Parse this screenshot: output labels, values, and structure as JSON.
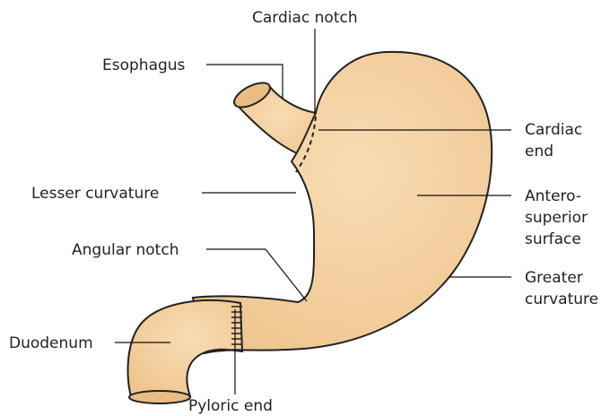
{
  "labels": {
    "cardiac_notch": "Cardiac notch",
    "esophagus": "Esophagus",
    "cardiac_end_1": "Cardiac",
    "cardiac_end_2": "end",
    "lesser_curvature": "Lesser curvature",
    "anterosuperior_1": "Antero-",
    "anterosuperior_2": "superior",
    "anterosuperior_3": "surface",
    "angular_notch": "Angular notch",
    "greater_curvature_1": "Greater",
    "greater_curvature_2": "curvature",
    "duodenum": "Duodenum",
    "pyloric_end": "Pyloric end"
  },
  "colors": {
    "tissue_fill": "#f5d3a6",
    "tissue_shade": "#e9bc86",
    "outline": "#222222",
    "text": "#222222"
  }
}
